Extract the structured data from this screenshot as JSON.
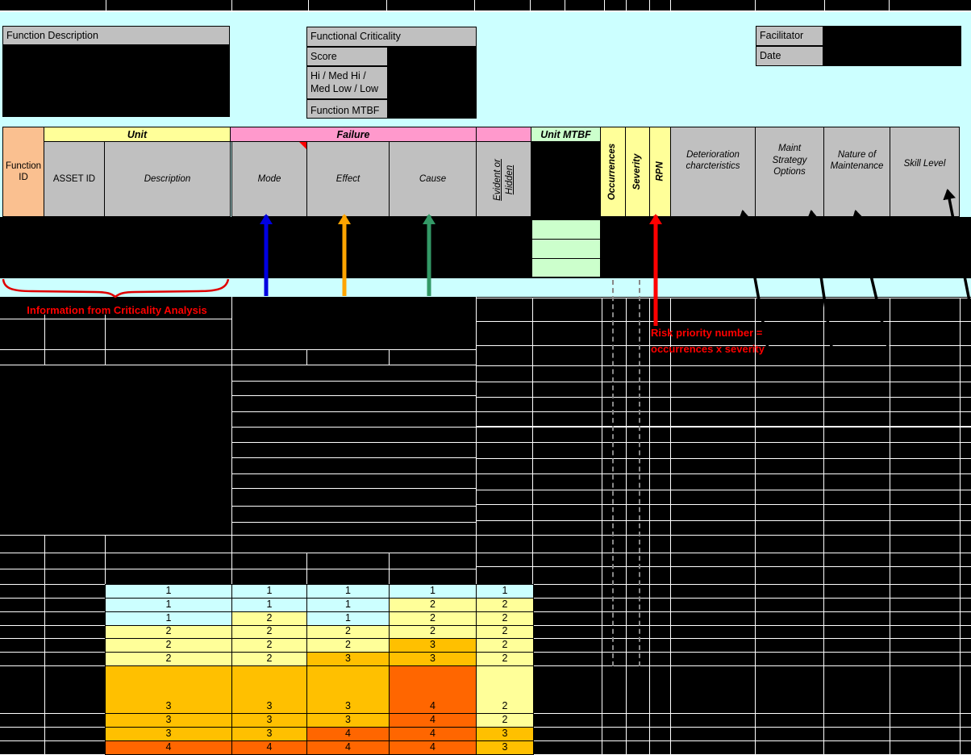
{
  "panels": {
    "function_description": {
      "label": "Function Description"
    },
    "functional_criticality": {
      "title": "Functional Criticality",
      "score_label": "Score",
      "rating_line1": "Hi / Med Hi /",
      "rating_line2": "Med Low / Low",
      "mtbf_label": "Function MTBF"
    },
    "facilitation": {
      "facilitator_label": "Facilitator",
      "date_label": "Date"
    }
  },
  "table_header": {
    "function_id": "Function ID",
    "groups": {
      "unit": "Unit",
      "failure": "Failure",
      "unit_mtbf": "Unit MTBF"
    },
    "columns": {
      "asset_id": "ASSET ID",
      "description": "Description",
      "mode": "Mode",
      "effect": "Effect",
      "cause": "Cause",
      "evident_line1": "Evident or",
      "evident_line2": "Hidden",
      "occurrences": "Occurrences",
      "severity": "Severity",
      "rpn": "RPN",
      "deterioration": "Deterioration charcteristics",
      "maint_strategy": "Maint Strategy Options",
      "nature": "Nature of Maintenance",
      "skill": "Skill Level"
    }
  },
  "annotations": {
    "criticality_note": "Information from Criticality Analysis",
    "rpn_note_line1": "Risk priority number =",
    "rpn_note_line2": "occurrences x severity"
  },
  "colors": {
    "sheet_bg": "#CCFFFF",
    "header_gray": "#C0C0C0",
    "group_yellow": "#FFFF99",
    "failure_pink": "#FF99CC",
    "function_id_peach": "#FAC090",
    "mtbf_green": "#CCFFCC",
    "annotation_red": "#FF0000",
    "arrow_blue": "#0000E0",
    "arrow_orange": "#FFA500",
    "arrow_green": "#339966",
    "risk_low": "#CCFFFF",
    "risk_medium": "#FFFF99",
    "risk_high": "#FFC000",
    "risk_extreme": "#FF6600"
  },
  "risk_matrix": {
    "type": "heatmap",
    "rows": [
      {
        "values": [
          "1",
          "1",
          "1",
          "1",
          "1"
        ],
        "levels": [
          "low",
          "low",
          "low",
          "low",
          "low"
        ]
      },
      {
        "values": [
          "1",
          "1",
          "1",
          "2",
          "2"
        ],
        "levels": [
          "low",
          "low",
          "low",
          "medium",
          "medium"
        ]
      },
      {
        "values": [
          "1",
          "2",
          "1",
          "2",
          "2"
        ],
        "levels": [
          "low",
          "medium",
          "low",
          "medium",
          "medium"
        ]
      },
      {
        "values": [
          "2",
          "2",
          "2",
          "2",
          "2"
        ],
        "levels": [
          "medium",
          "medium",
          "medium",
          "medium",
          "medium"
        ]
      },
      {
        "values": [
          "2",
          "2",
          "2",
          "3",
          "2"
        ],
        "levels": [
          "medium",
          "medium",
          "medium",
          "high",
          "medium"
        ]
      },
      {
        "values": [
          "2",
          "2",
          "3",
          "3",
          "2"
        ],
        "levels": [
          "medium",
          "medium",
          "high",
          "high",
          "medium"
        ]
      },
      {
        "values": [
          "3",
          "3",
          "3",
          "4",
          "2"
        ],
        "levels": [
          "high",
          "high",
          "high",
          "extreme",
          "medium"
        ]
      },
      {
        "values": [
          "3",
          "3",
          "3",
          "4",
          "2"
        ],
        "levels": [
          "high",
          "high",
          "high",
          "extreme",
          "medium"
        ]
      },
      {
        "values": [
          "3",
          "3",
          "4",
          "4",
          "3"
        ],
        "levels": [
          "high",
          "high",
          "extreme",
          "extreme",
          "high"
        ]
      },
      {
        "values": [
          "4",
          "4",
          "4",
          "4",
          "3"
        ],
        "levels": [
          "extreme",
          "extreme",
          "extreme",
          "extreme",
          "high"
        ]
      }
    ]
  }
}
